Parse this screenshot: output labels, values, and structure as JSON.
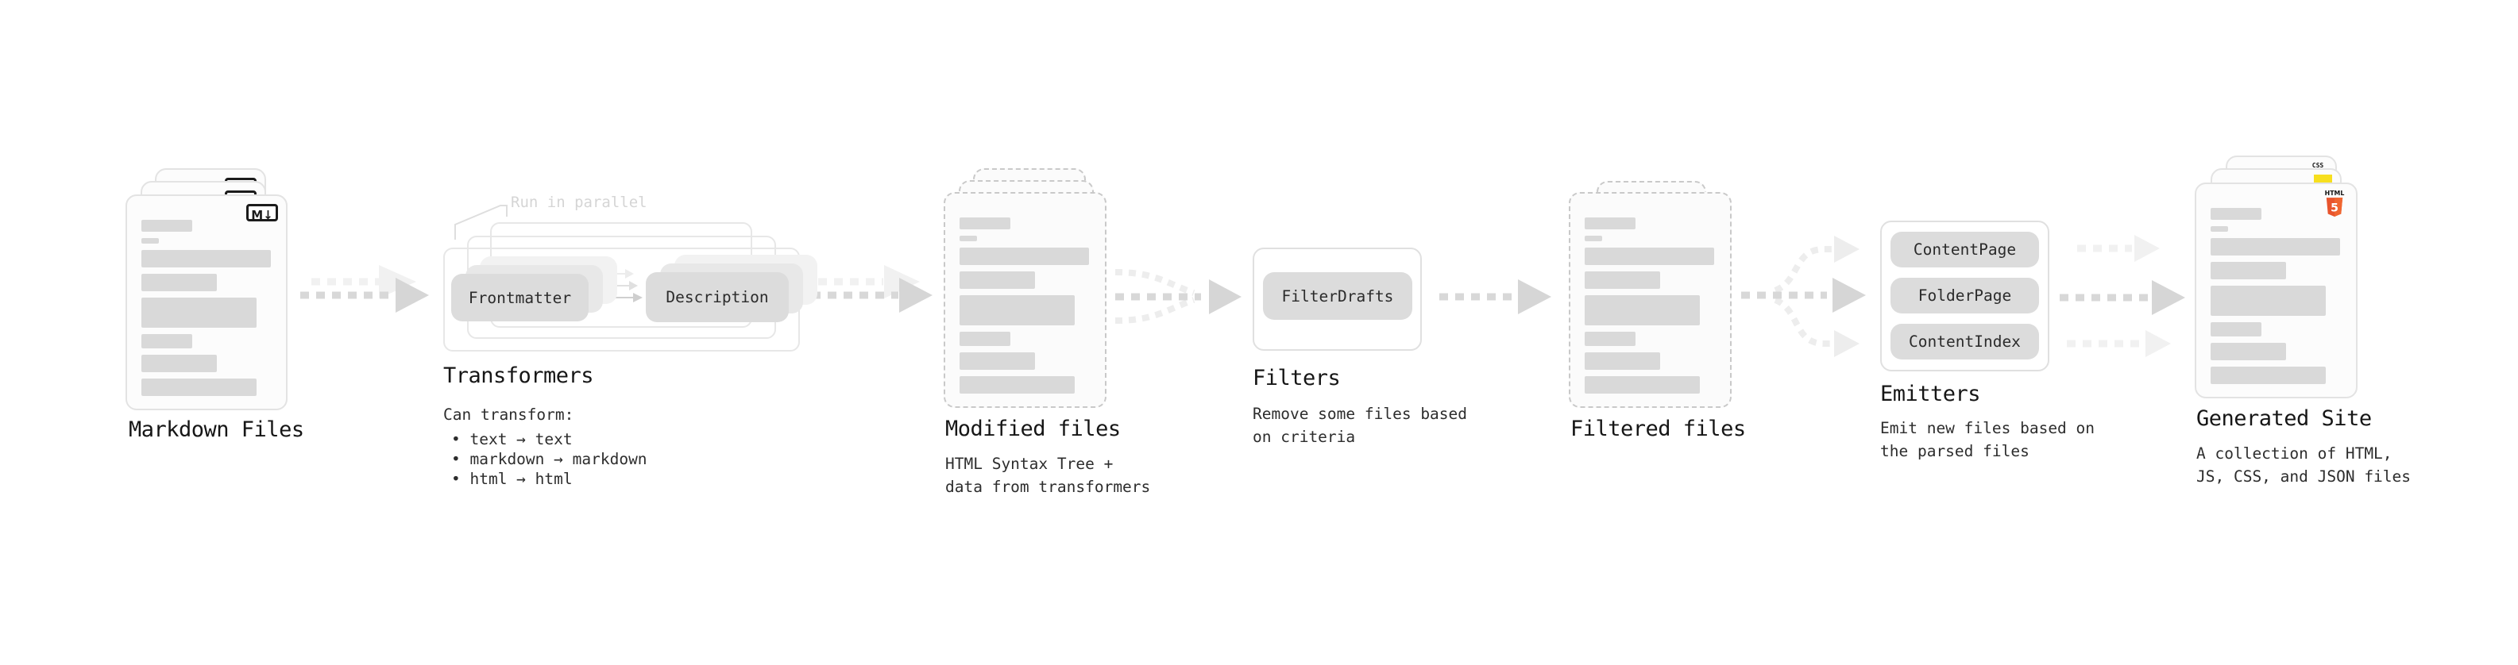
{
  "stages": {
    "markdown": {
      "label": "Markdown Files"
    },
    "transformers": {
      "label": "Transformers",
      "note": "Run in parallel",
      "pill_left": "Frontmatter",
      "pill_right": "Description",
      "desc_title": "Can transform:",
      "bullets": [
        "text → text",
        "markdown → markdown",
        "html → html"
      ]
    },
    "modified": {
      "label": "Modified files",
      "desc": [
        "HTML Syntax Tree +",
        "data from transformers"
      ]
    },
    "filters": {
      "label": "Filters",
      "pill": "FilterDrafts",
      "desc": [
        "Remove some files based",
        "on criteria"
      ]
    },
    "filtered": {
      "label": "Filtered files"
    },
    "emitters": {
      "label": "Emitters",
      "pills": [
        "ContentPage",
        "FolderPage",
        "ContentIndex"
      ],
      "desc": [
        "Emit new files based on",
        "the parsed files"
      ]
    },
    "generated": {
      "label": "Generated Site",
      "desc": [
        "A collection of HTML,",
        "JS, CSS, and JSON files"
      ]
    }
  },
  "icons": {
    "markdown_badge": "M↓",
    "html5_shield": {
      "label": "HTML",
      "number": "5",
      "color": "#e8542c"
    },
    "js_badge": {
      "color": "#f7df1e"
    },
    "css_badge": {
      "label": "CSS",
      "color": "#2965f1"
    }
  },
  "colors": {
    "arrow_dark": "#d8d8d8",
    "arrow_light": "#f1f1f1",
    "card_border": "#e3e3e3",
    "pill_bg": "#dcdcdc",
    "note_gray": "#d5d5d5"
  }
}
